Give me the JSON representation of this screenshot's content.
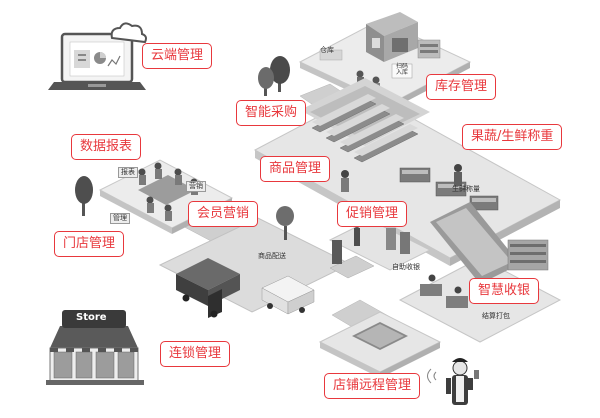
{
  "features": {
    "cloud_management": "云端管理",
    "inventory_management": "库存管理",
    "smart_purchasing": "智能采购",
    "data_reports": "数据报表",
    "produce_weighing": "果蔬/生鲜称重",
    "product_management": "商品管理",
    "member_marketing": "会员营销",
    "promotion_management": "促销管理",
    "store_management": "门店管理",
    "smart_checkout": "智慧收银",
    "chain_management": "连锁管理",
    "remote_store_management": "店铺远程管理"
  },
  "scene_labels": {
    "report": "报表",
    "marketing": "营销",
    "management": "管理",
    "delivery": "商品配送",
    "self_checkout": "自助收银",
    "fresh_weighing": "生鲜称量",
    "checkout_packing": "结算打包",
    "warehouse": "仓库",
    "scan_in": "扫码\n入库",
    "store_sign": "Store"
  },
  "colors": {
    "accent": "#e8383d",
    "scene_gray": "#9a9a9a",
    "floor_light": "#e9e9e9",
    "floor_mid": "#d2d2d2"
  }
}
